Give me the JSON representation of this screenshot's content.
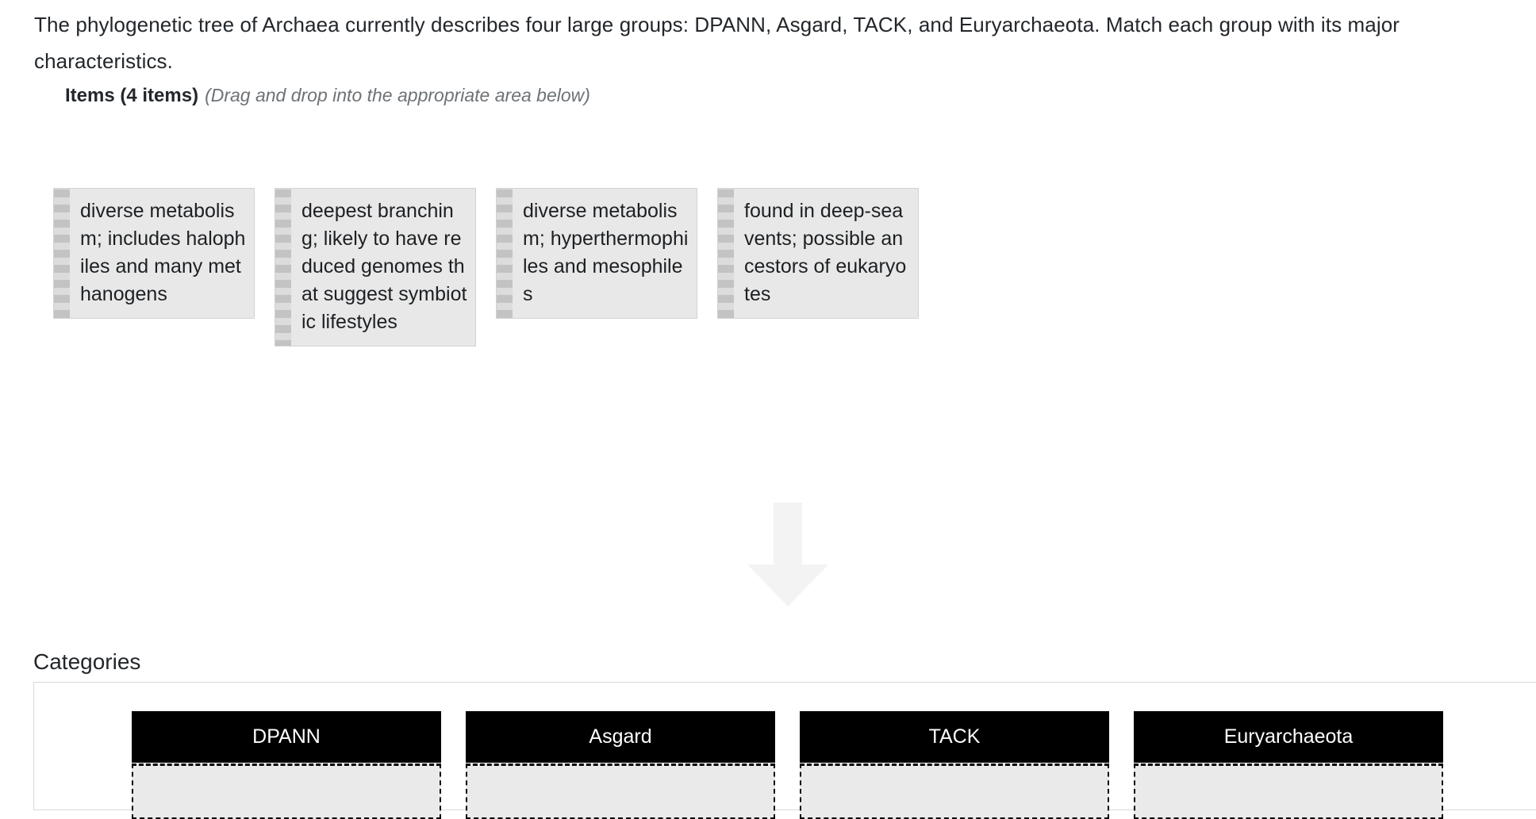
{
  "prompt": {
    "text": "The phylogenetic tree of Archaea currently describes four large groups: DPANN, Asgard, TACK, and Euryarchaeota. Match each group with its major characteristics."
  },
  "items_section": {
    "title": "Items (4 items)",
    "hint": "(Drag and drop into the appropriate area below)",
    "items": [
      {
        "text": "diverse metabolism; includes halophiles and many methanogens"
      },
      {
        "text": "deepest branching; likely to have reduced genomes that suggest symbiotic lifestyles"
      },
      {
        "text": "diverse metabolism; hyperthermophiles and mesophiles"
      },
      {
        "text": "found in deep-sea vents; possible ancestors of eukaryotes"
      }
    ]
  },
  "drop_arrow": {
    "icon": "arrow-down-icon",
    "color": "#f3f3f3"
  },
  "categories_section": {
    "label": "Categories",
    "categories": [
      {
        "label": "DPANN",
        "dropped_items": []
      },
      {
        "label": "Asgard",
        "dropped_items": []
      },
      {
        "label": "TACK",
        "dropped_items": []
      },
      {
        "label": "Euryarchaeota",
        "dropped_items": []
      }
    ]
  },
  "colors": {
    "page_background": "#ffffff",
    "text": "#23272b",
    "hint_text": "#6d7276",
    "item_background": "#e8e8e8",
    "item_grip": "#c3c3c3",
    "item_grip_dot": "#dcdcdc",
    "category_header_background": "#000000",
    "category_header_text": "#ffffff",
    "dropzone_background": "#eaeaea",
    "dropzone_border": "#000000",
    "panel_border": "#d8d8d8"
  }
}
